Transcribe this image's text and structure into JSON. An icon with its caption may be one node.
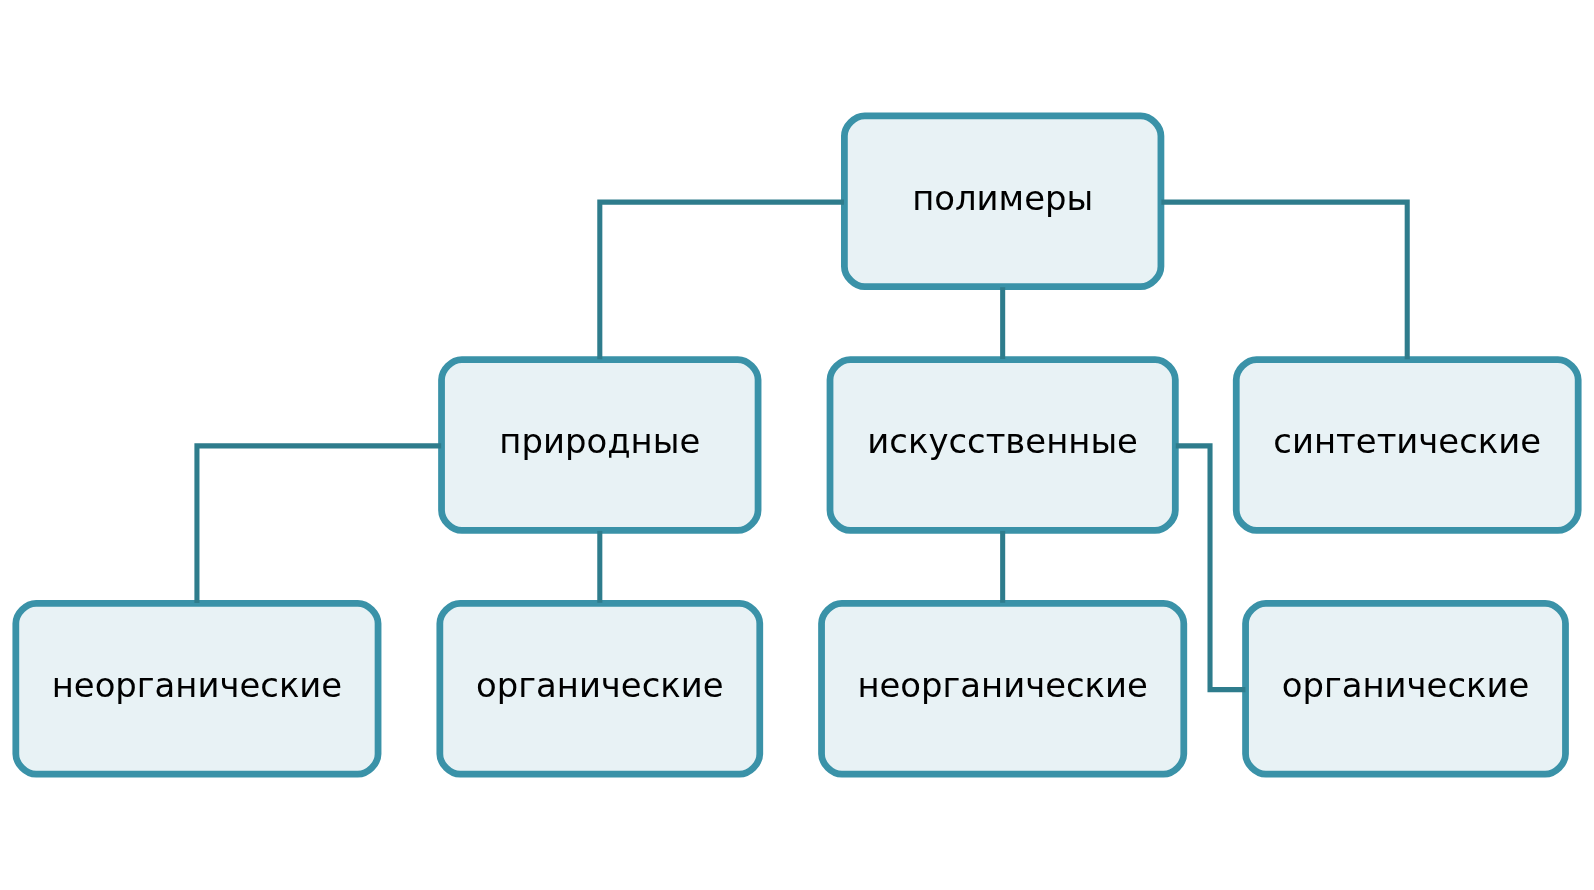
{
  "diagram": {
    "nodes": [
      {
        "text": [
          "полимеры"
        ]
      },
      {
        "text": [
          "природные"
        ]
      },
      {
        "text": [
          "искусственные"
        ]
      },
      {
        "text": [
          "синтетические"
        ]
      },
      {
        "text": [
          "неорганические"
        ]
      },
      {
        "text": [
          "органические"
        ]
      },
      {
        "text": [
          "неорганические"
        ]
      },
      {
        "text": [
          "органические"
        ]
      }
    ],
    "edges": [
      {
        "from": 0,
        "to": 1,
        "arrow": "none"
      },
      {
        "from": 0,
        "to": 2,
        "arrow": "none"
      },
      {
        "from": 0,
        "to": 3,
        "arrow": "none"
      },
      {
        "from": 1,
        "to": 4,
        "arrow": "none"
      },
      {
        "from": 1,
        "to": 5,
        "arrow": "none"
      },
      {
        "from": 2,
        "to": 6,
        "arrow": "none"
      },
      {
        "from": 2,
        "to": 7,
        "arrow": "none"
      }
    ]
  }
}
